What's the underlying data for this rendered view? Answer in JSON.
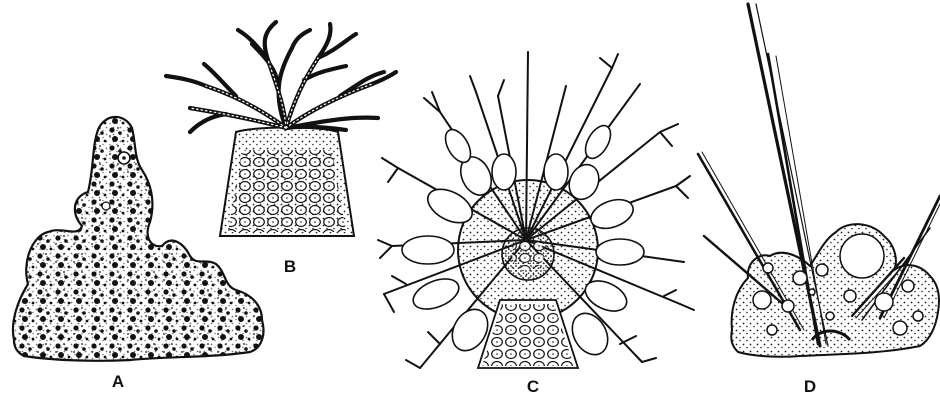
{
  "figure": {
    "panels": [
      {
        "id": "A",
        "label": "A"
      },
      {
        "id": "B",
        "label": "B"
      },
      {
        "id": "C",
        "label": "C"
      },
      {
        "id": "D",
        "label": "D"
      }
    ]
  },
  "colors": {
    "ink": "#111111",
    "paper": "#ffffff",
    "stipple": "#222222"
  }
}
